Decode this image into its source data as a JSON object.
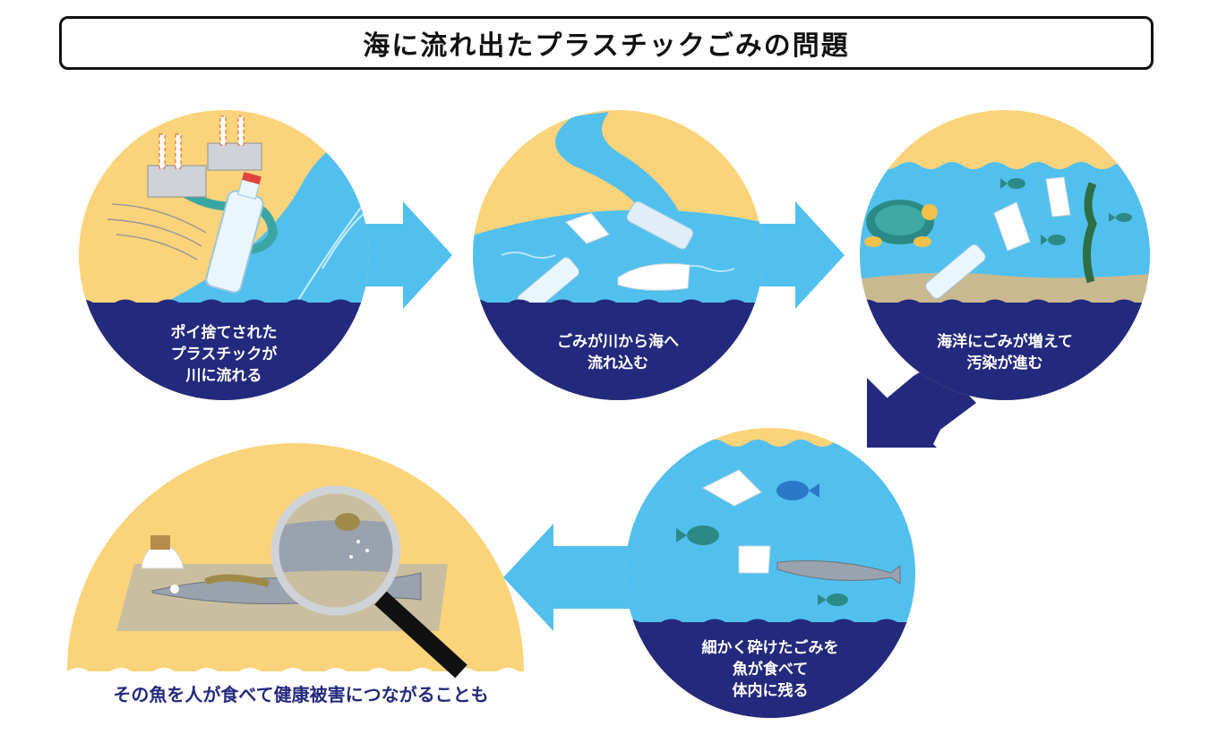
{
  "title": "海に流れ出たプラスチックごみの問題",
  "steps": [
    {
      "line1": "ポイ捨てされた",
      "line2": "プラスチックが",
      "line3": "川に流れる"
    },
    {
      "line1": "ごみが川から海へ",
      "line2": "流れ込む"
    },
    {
      "line1": "海洋にごみが増えて",
      "line2": "汚染が進む"
    },
    {
      "line1": "細かく砕けたごみを",
      "line2": "魚が食べて",
      "line3": "体内に残る"
    }
  ],
  "final_caption": "その魚を人が食べて健康被害につながることも",
  "colors": {
    "sky": "#fbd37a",
    "water": "#52c0ee",
    "deep_sea": "#232a7d",
    "arrow_light": "#52c0ee",
    "arrow_dark": "#232a7d",
    "sand": "#c9b98f"
  },
  "icons": [
    "factory-icon",
    "plastic-bottle-icon",
    "plastic-bag-icon",
    "sea-turtle-icon",
    "fish-icon",
    "seaweed-icon",
    "saury-fish-icon",
    "magnifying-glass-icon",
    "rice-icon"
  ]
}
